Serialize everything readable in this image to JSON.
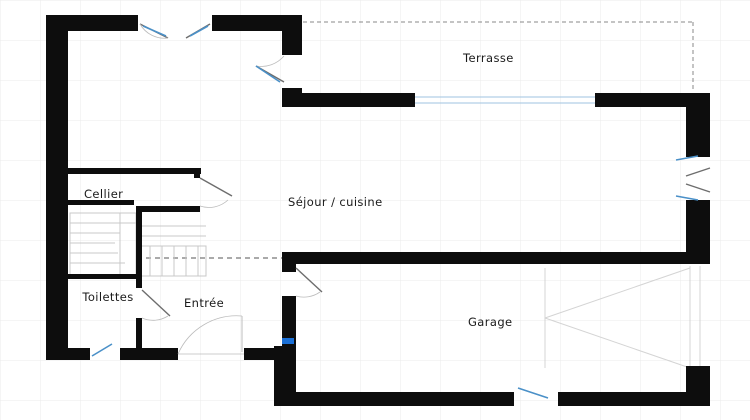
{
  "floor_plan": {
    "rooms": [
      {
        "id": "terrasse",
        "label": "Terrasse"
      },
      {
        "id": "cellier",
        "label": "Cellier"
      },
      {
        "id": "sejour",
        "label": "Séjour / cuisine"
      },
      {
        "id": "toilettes",
        "label": "Toilettes"
      },
      {
        "id": "entree",
        "label": "Entrée"
      },
      {
        "id": "garage",
        "label": "Garage"
      }
    ]
  },
  "colors": {
    "wall": "#0d0d0d",
    "grid": "#ebebeb",
    "door": "#6d6d6d",
    "window": "#4a90c8",
    "marker": "#1a6fd6"
  }
}
